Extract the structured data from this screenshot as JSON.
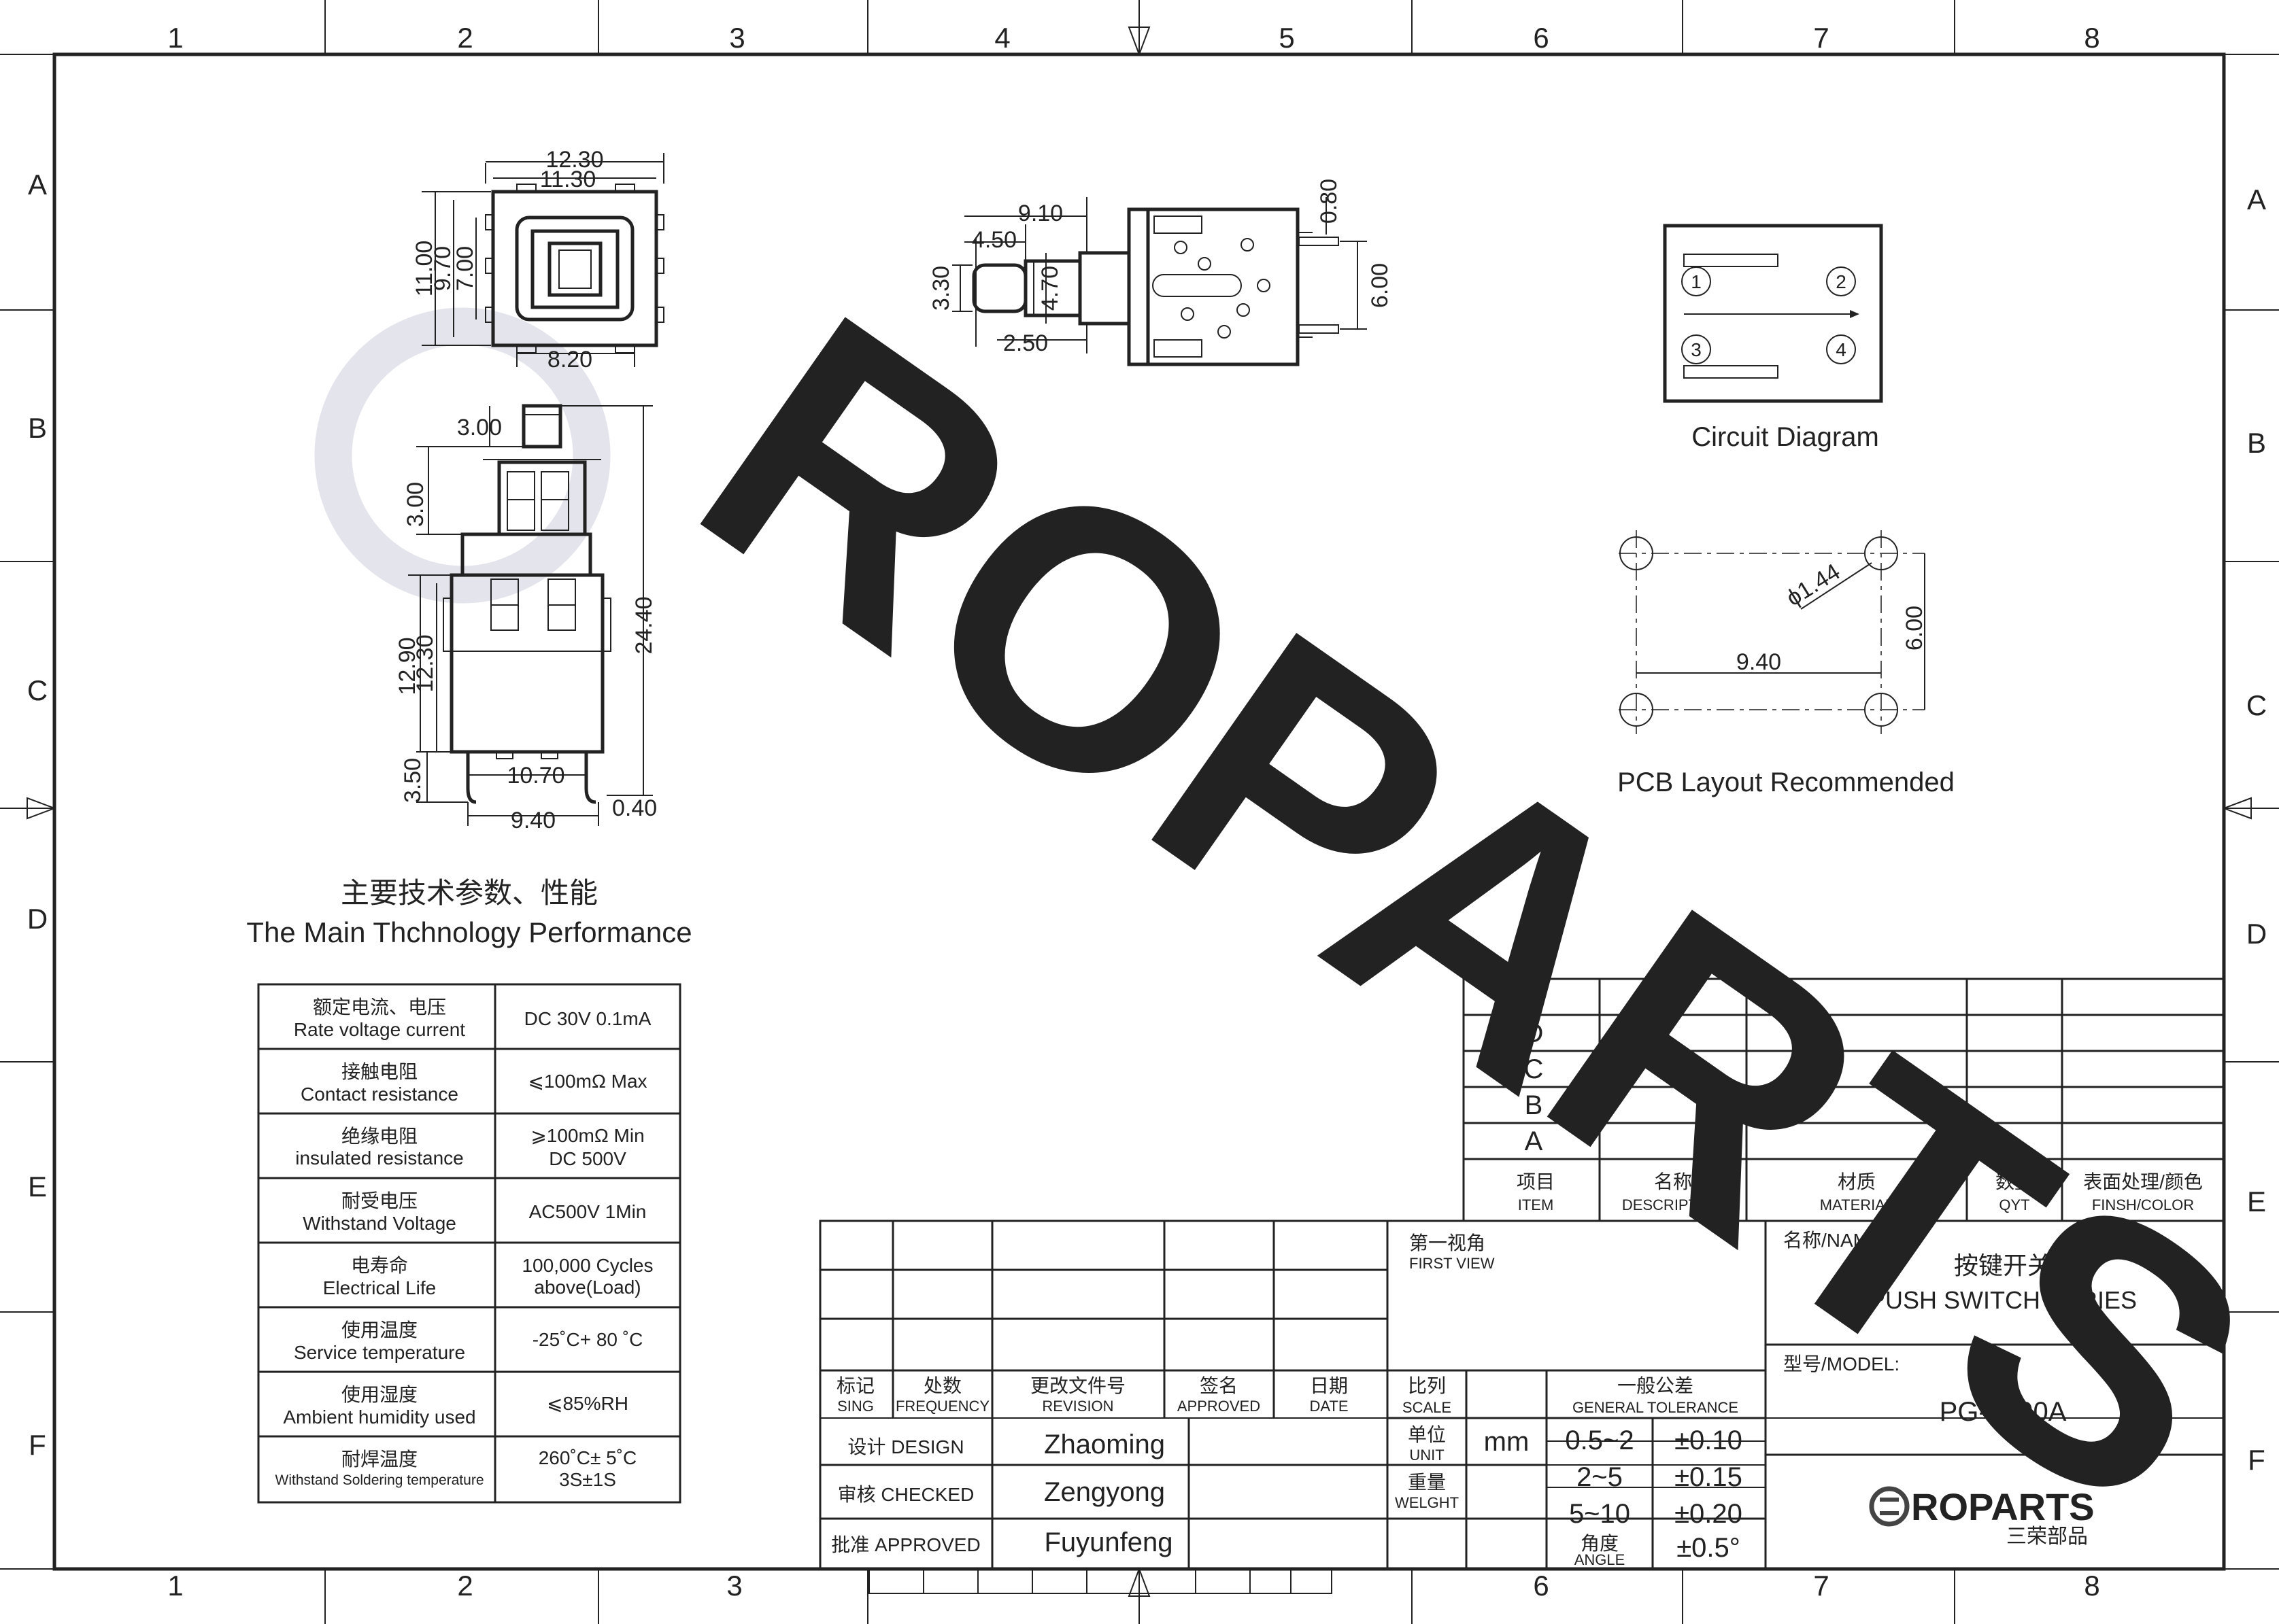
{
  "frame": {
    "columns": [
      "1",
      "2",
      "3",
      "4",
      "5",
      "6",
      "7",
      "8"
    ],
    "rows": [
      "A",
      "B",
      "C",
      "D",
      "E",
      "F"
    ]
  },
  "watermark": {
    "text": "ROPARTS"
  },
  "views": {
    "top_dims": {
      "w1": "12.30",
      "w2": "11.30",
      "h1": "11.00",
      "h2": "9.70",
      "h3": "7.00",
      "w3": "8.20"
    },
    "side_dims": {
      "a": "9.10",
      "b": "4.50",
      "c": "3.30",
      "d": "4.70",
      "e": "2.50",
      "f": "0.80",
      "g": "6.00"
    },
    "front_dims": {
      "a": "3.00",
      "b": "3.00",
      "c": "24.40",
      "d": "12.90",
      "e": "12.30",
      "f": "10.70",
      "g": "3.50",
      "h": "0.40",
      "i": "9.40"
    }
  },
  "circuit": {
    "title": "Circuit Diagram",
    "pins": [
      "1",
      "2",
      "3",
      "4"
    ]
  },
  "pcb": {
    "title": "PCB Layout Recommended",
    "hole": "ϕ1.44",
    "pitch_x": "9.40",
    "pitch_y": "6.00"
  },
  "performance": {
    "title_cn": "主要技术参数、性能",
    "title_en": "The Main Thchnology Performance",
    "rows": [
      {
        "cn": "额定电流、电压",
        "en": "Rate voltage current",
        "v1": "DC 30V  0.1mA",
        "v2": ""
      },
      {
        "cn": "接触电阻",
        "en": "Contact resistance",
        "v1": "⩽100mΩ   Max",
        "v2": ""
      },
      {
        "cn": "绝缘电阻",
        "en": "insulated resistance",
        "v1": "⩾100mΩ Min",
        "v2": "DC 500V"
      },
      {
        "cn": "耐受电压",
        "en": "Withstand Voltage",
        "v1": "AC500V 1Min",
        "v2": ""
      },
      {
        "cn": "电寿命",
        "en": "Electrical Life",
        "v1": "100,000 Cycles",
        "v2": "above(Load)"
      },
      {
        "cn": "使用温度",
        "en": "Service temperature",
        "v1": "-25˚C+ 80 ˚C",
        "v2": ""
      },
      {
        "cn": "使用湿度",
        "en": "Ambient humidity used",
        "v1": "⩽85%RH",
        "v2": ""
      },
      {
        "cn": "耐焊温度",
        "en": "Withstand Soldering temperature",
        "v1": "260˚C± 5˚C",
        "v2": "3S±1S"
      }
    ]
  },
  "bom": {
    "revs": [
      "E",
      "D",
      "C",
      "B",
      "A"
    ],
    "headers": [
      {
        "cn": "项目",
        "en": "ITEM"
      },
      {
        "cn": "名称",
        "en": "DESCRIPTION"
      },
      {
        "cn": "材质",
        "en": "MATERIAL"
      },
      {
        "cn": "数量",
        "en": "QYT"
      },
      {
        "cn": "表面处理/颜色",
        "en": "FINSH/COLOR"
      }
    ]
  },
  "titleblock": {
    "rev_headers": [
      {
        "cn": "标记",
        "en": "SING"
      },
      {
        "cn": "处数",
        "en": "FREQUENCY"
      },
      {
        "cn": "更改文件号",
        "en": "REVISION"
      },
      {
        "cn": "签名",
        "en": "APPROVED"
      },
      {
        "cn": "日期",
        "en": "DATE"
      }
    ],
    "design_label": "设计 DESIGN",
    "design_name": "Zhaoming",
    "checked_label": "审核 CHECKED",
    "checked_name": "Zengyong",
    "approved_label": "批准 APPROVED",
    "approved_name": "Fuyunfeng",
    "view_cn": "第一视角",
    "view_en": "FIRST VIEW",
    "scale_cn": "比列",
    "scale_en": "SCALE",
    "unit_cn": "单位",
    "unit_en": "UNIT",
    "unit_val": "mm",
    "weight_cn": "重量",
    "weight_en": "WELGHT",
    "tol_cn": "一般公差",
    "tol_en": "GENERAL TOLERANCE",
    "tol": [
      {
        "range": "0.5~2",
        "val": "±0.10"
      },
      {
        "range": "2~5",
        "val": "±0.15"
      },
      {
        "range": "5~10",
        "val": "±0.20"
      }
    ],
    "angle_cn": "角度",
    "angle_en": "ANGLE",
    "angle_val": "±0.5°",
    "name_label": "名称/NAME:",
    "name_cn": "按键开关",
    "name_en": "PUSH SWITCH SERIES",
    "model_label": "型号/MODEL:",
    "model": "PG-2090A",
    "logo_text": "ROPARTS",
    "logo_cn": "三荣部品"
  }
}
